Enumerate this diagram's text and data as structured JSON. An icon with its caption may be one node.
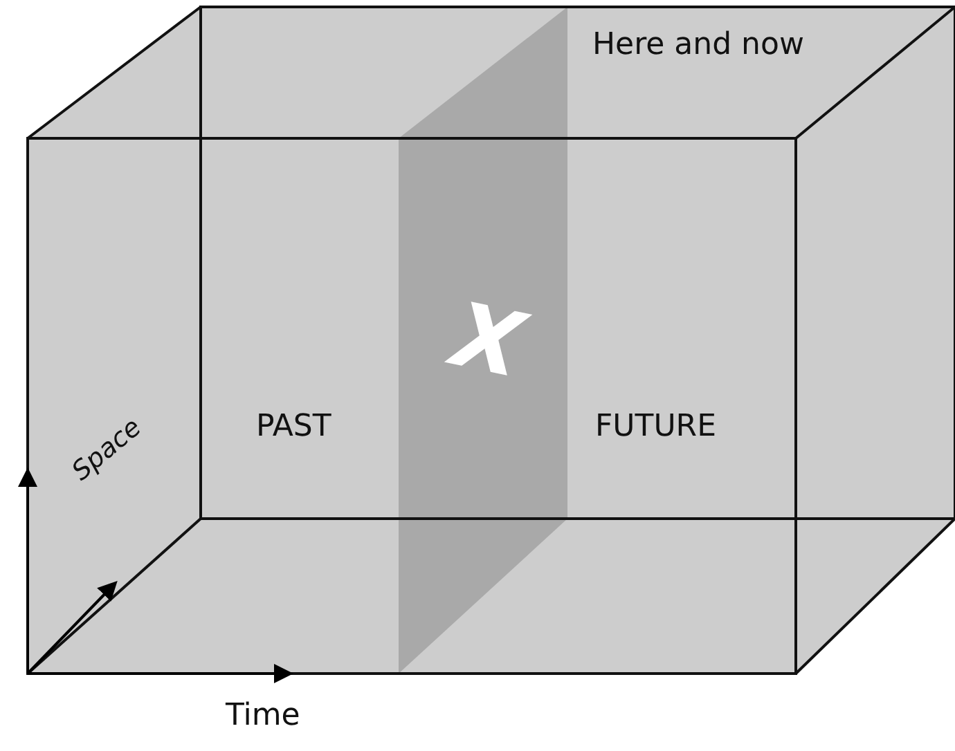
{
  "diagram": {
    "labels": [
      "Here and now",
      "X",
      "PAST",
      "FUTURE",
      "Space",
      "Time"
    ]
  }
}
